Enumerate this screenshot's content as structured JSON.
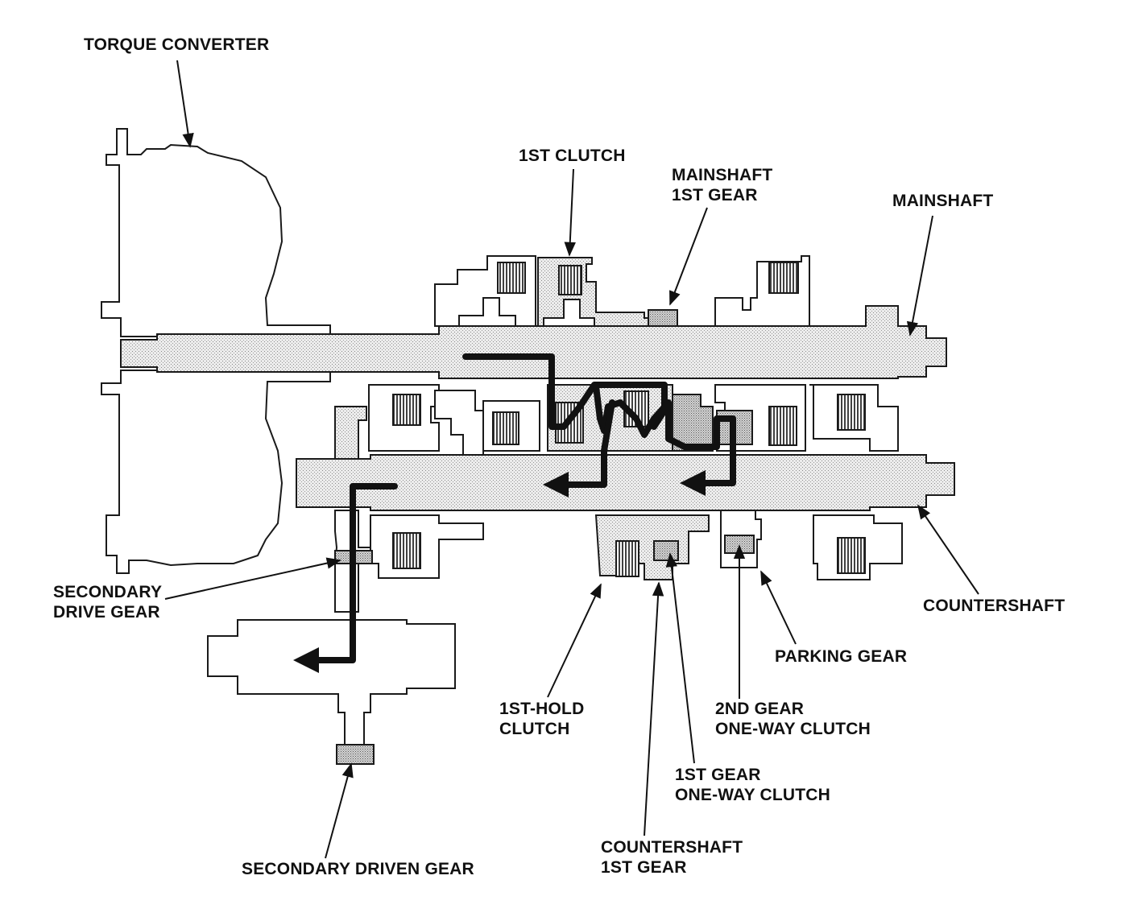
{
  "labels": {
    "torque_converter": "TORQUE CONVERTER",
    "first_clutch": "1ST CLUTCH",
    "mainshaft_first_gear": [
      "MAINSHAFT",
      "1ST GEAR"
    ],
    "mainshaft": "MAINSHAFT",
    "secondary_drive_gear": [
      "SECONDARY",
      "DRIVE GEAR"
    ],
    "countershaft": "COUNTERSHAFT",
    "parking_gear": "PARKING GEAR",
    "first_hold_clutch": [
      "1ST-HOLD",
      "CLUTCH"
    ],
    "second_gear_one_way_clutch": [
      "2ND GEAR",
      "ONE-WAY CLUTCH"
    ],
    "first_gear_one_way_clutch": [
      "1ST GEAR",
      "ONE-WAY CLUTCH"
    ],
    "countershaft_first_gear": [
      "COUNTERSHAFT",
      "1ST GEAR"
    ],
    "secondary_driven_gear": "SECONDARY DRIVEN GEAR"
  },
  "colors": {
    "line": "#1a1a1a",
    "shaft_fill": "#d9d9d9",
    "power_flow": "#111111",
    "background": "#ffffff"
  }
}
